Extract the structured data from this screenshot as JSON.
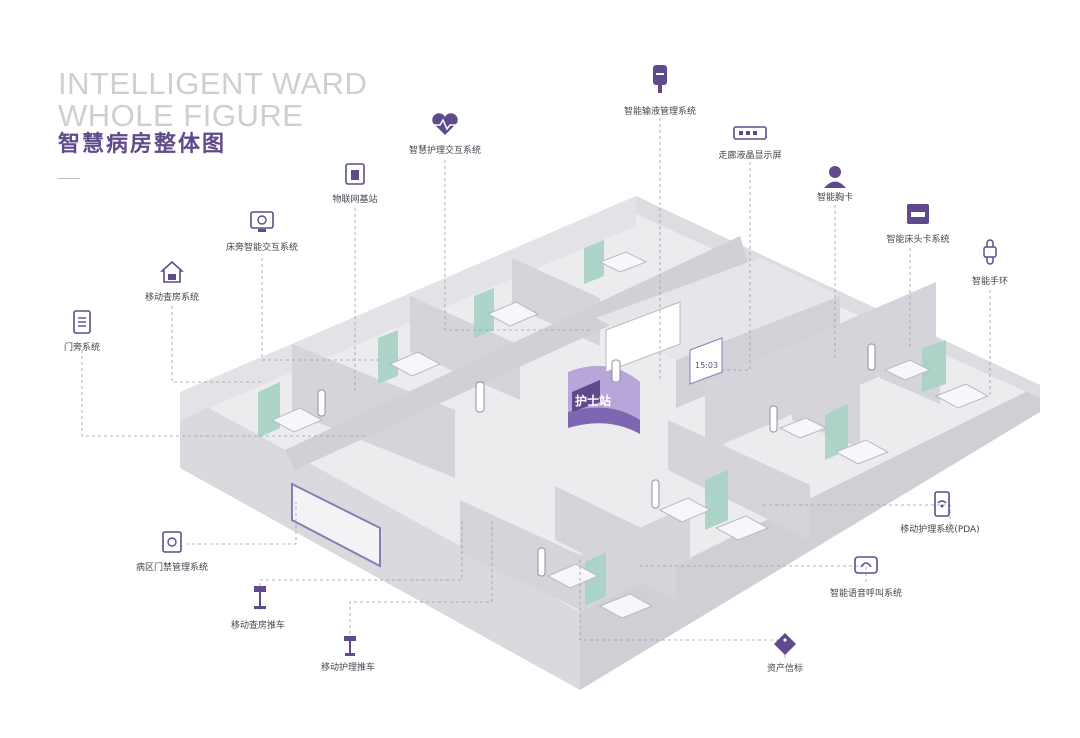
{
  "title": {
    "en_line1": "INTELLIGENT WARD",
    "en_line2": "WHOLE FIGURE",
    "cn": "智慧病房整体图"
  },
  "nurse_station": "护士站",
  "screen_time": "15:03",
  "colors": {
    "accent": "#5f4b8b",
    "accent_light": "#9a86c7",
    "wall": "#d9d9de",
    "floor": "#ececef",
    "curtain": "#a9d3c6"
  },
  "labels": {
    "infusion": "智能输液管理系统",
    "corridor_display": "走廊液晶显示屏",
    "nursing_interaction": "智慧护理交互系统",
    "iot_station": "物联网基站",
    "smart_badge": "智能胸卡",
    "bedside_interaction": "床旁智能交互系统",
    "bed_card": "智能床头卡系统",
    "wristband": "智能手环",
    "mobile_rounds": "移动查房系统",
    "door_system": "门旁系统",
    "pda": "移动护理系统(PDA)",
    "access_control": "病区门禁管理系统",
    "voice_call": "智能语音呼叫系统",
    "rounds_cart": "移动查房推车",
    "nursing_cart": "移动护理推车",
    "asset_tag": "资产信标"
  }
}
